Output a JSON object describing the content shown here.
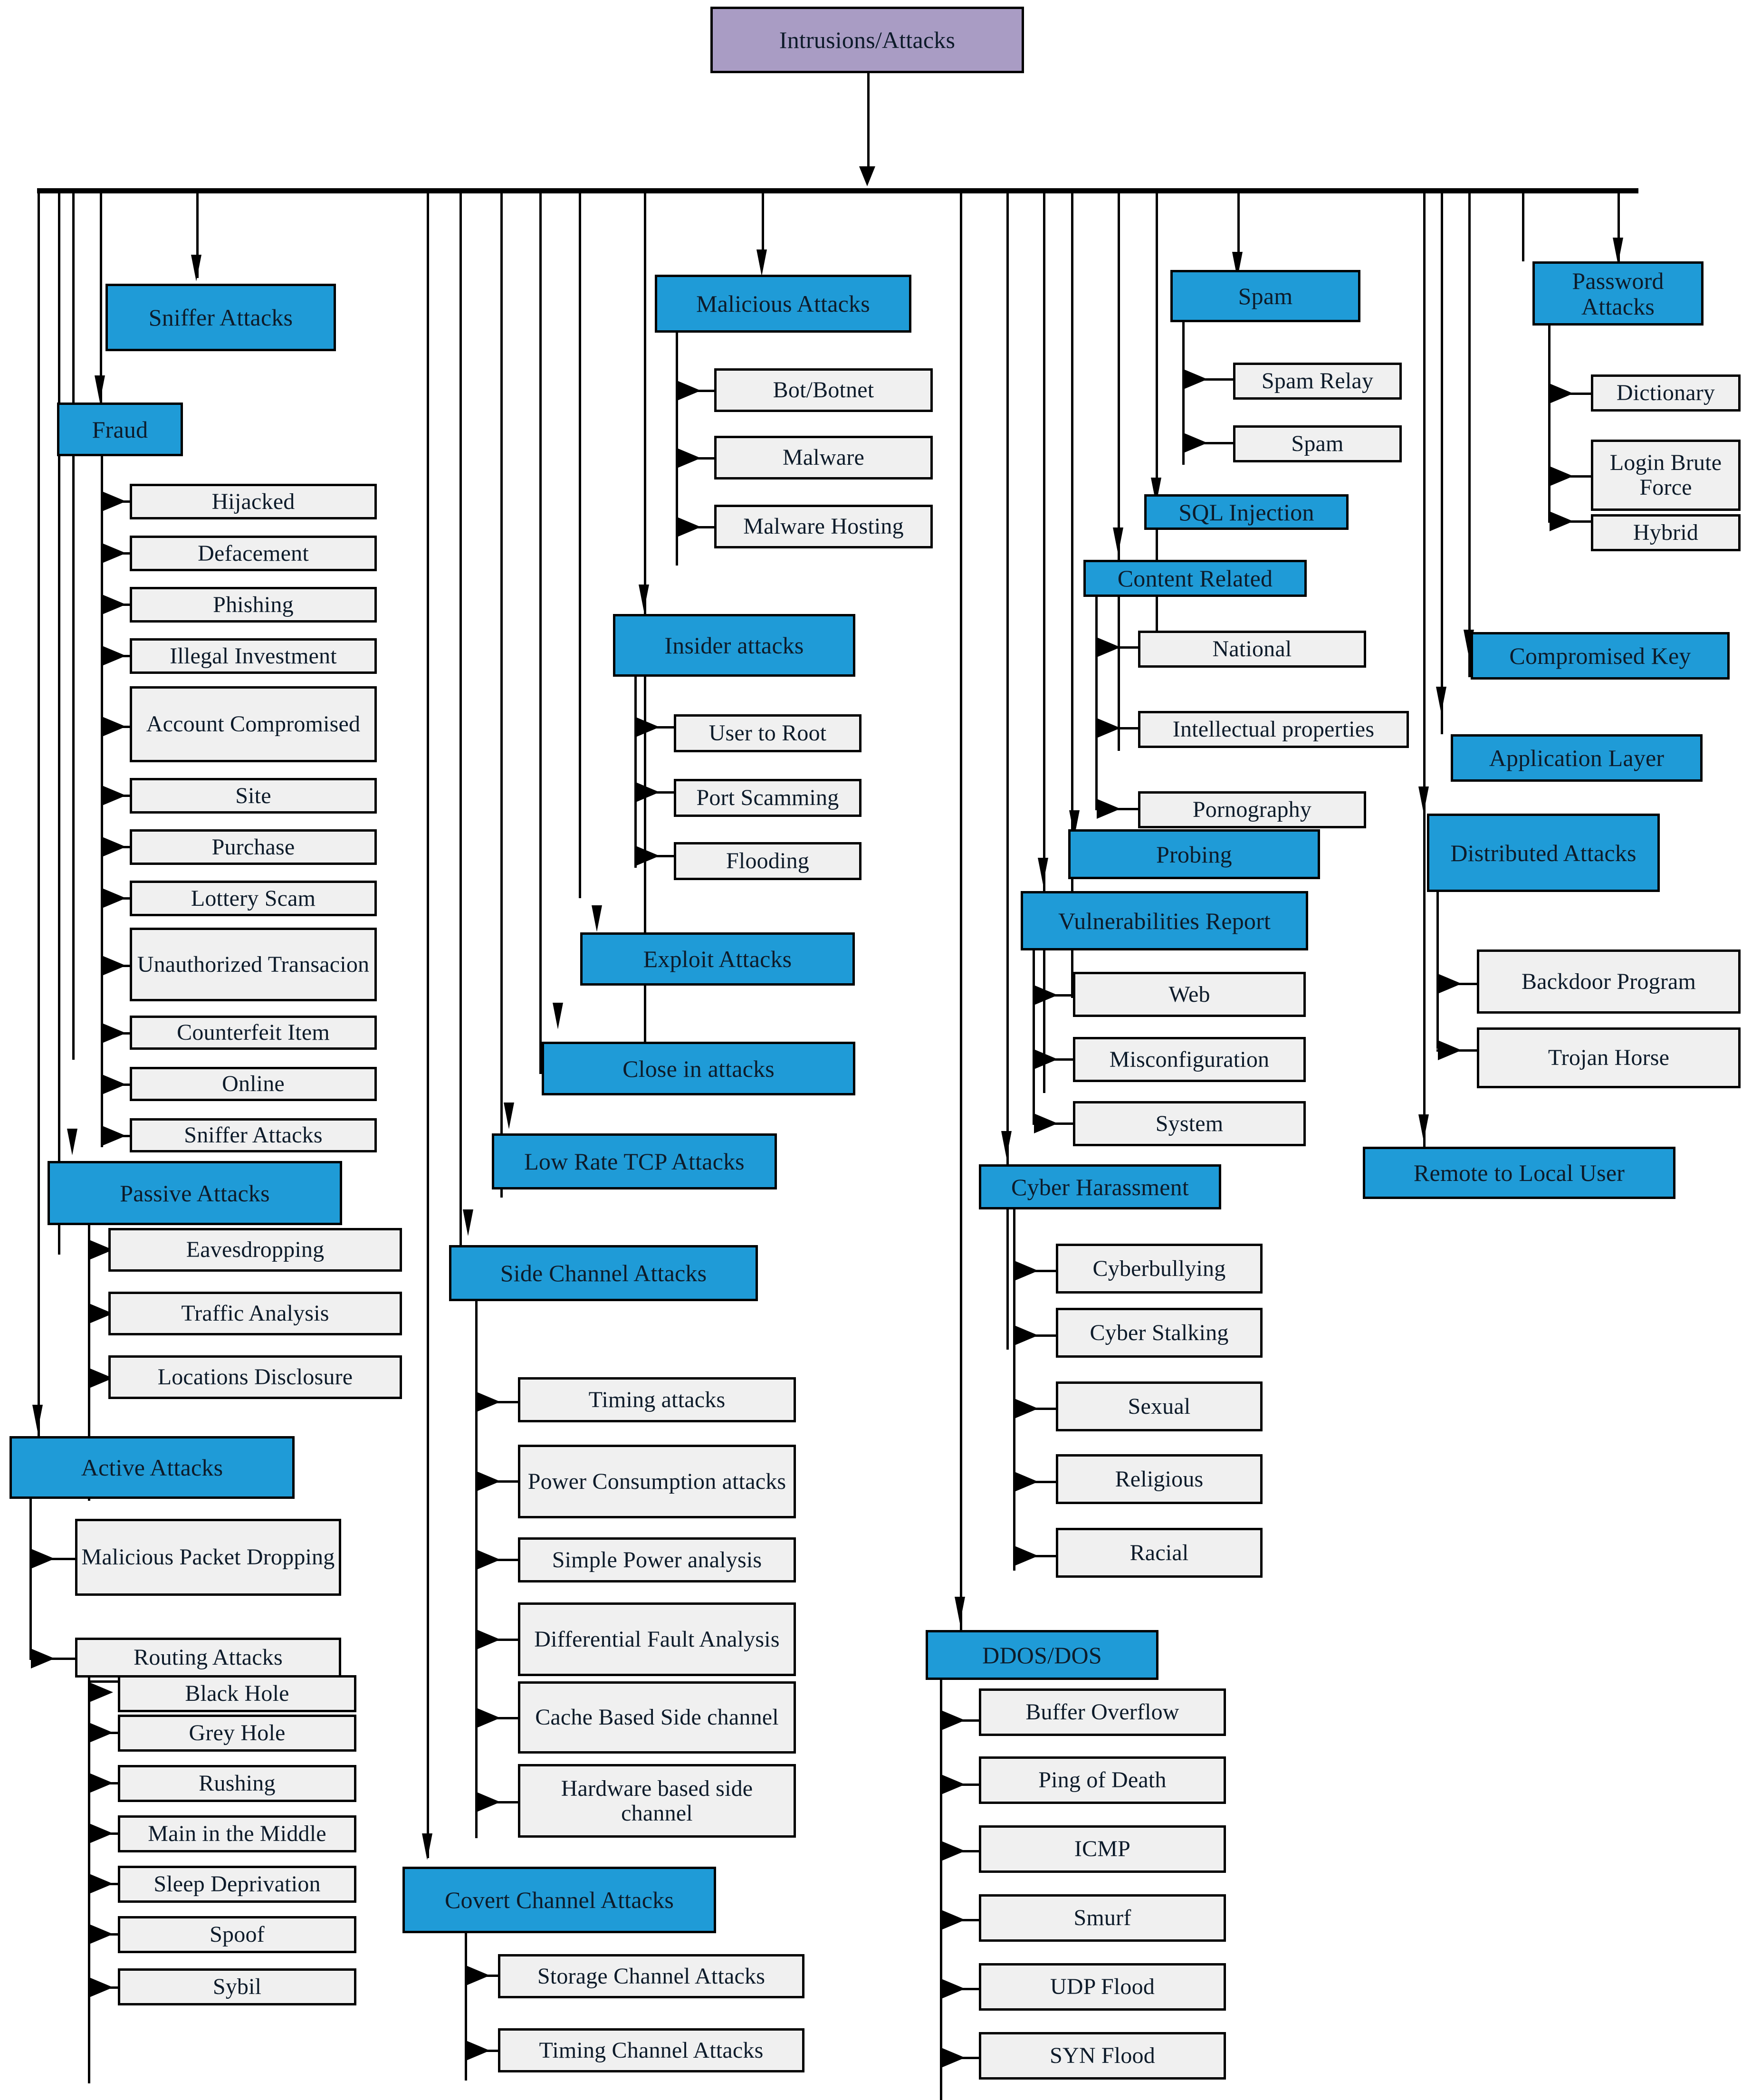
{
  "diagram": {
    "title": "Intrusions/Attacks",
    "colors": {
      "root_fill": "#a99cc4",
      "category_fill": "#1f9bd7",
      "leaf_fill": "#f0f0f0",
      "stroke": "#000000",
      "text": "#0d1b2a"
    },
    "root": {
      "label": "Intrusions/Attacks"
    },
    "branches": [
      {
        "label": "Sniffer Attacks",
        "children": []
      },
      {
        "label": "Fraud",
        "children": [
          "Hijacked",
          "Defacement",
          "Phishing",
          "Illegal Investment",
          "Account Compromised",
          "Site",
          "Purchase",
          "Lottery Scam",
          "Unauthorized Transacion",
          "Counterfeit Item",
          "Online",
          "Sniffer Attacks"
        ]
      },
      {
        "label": "Passive Attacks",
        "children": [
          "Eavesdropping",
          "Traffic Analysis",
          "Locations Disclosure"
        ]
      },
      {
        "label": "Active Attacks",
        "children": [
          "Malicious Packet Dropping",
          "Routing Attacks"
        ]
      },
      {
        "label": "Routing Attacks",
        "children": [
          "Black Hole",
          "Grey Hole",
          "Rushing",
          "Main in the Middle",
          "Sleep Deprivation",
          "Spoof",
          "Sybil"
        ]
      },
      {
        "label": "Malicious Attacks",
        "children": [
          "Bot/Botnet",
          "Malware",
          "Malware Hosting"
        ]
      },
      {
        "label": "Insider attacks",
        "children": [
          "User to Root",
          "Port Scamming",
          "Flooding"
        ]
      },
      {
        "label": "Exploit Attacks",
        "children": []
      },
      {
        "label": "Close in attacks",
        "children": []
      },
      {
        "label": "Low Rate TCP Attacks",
        "children": []
      },
      {
        "label": "Side Channel Attacks",
        "children": [
          "Timing attacks",
          "Power Consumption attacks",
          "Simple Power analysis",
          "Differential Fault Analysis",
          "Cache Based Side channel",
          "Hardware based side channel"
        ]
      },
      {
        "label": "Covert Channel Attacks",
        "children": [
          "Storage Channel Attacks",
          "Timing Channel Attacks"
        ]
      },
      {
        "label": "Spam",
        "children": [
          "Spam Relay",
          "Spam"
        ]
      },
      {
        "label": "SQL Injection",
        "children": []
      },
      {
        "label": "Content Related",
        "children": [
          "National",
          "Intellectual properties",
          "Pornography"
        ]
      },
      {
        "label": "Probing",
        "children": []
      },
      {
        "label": "Vulnerabilities Report",
        "children": [
          "Web",
          "Misconfiguration",
          "System"
        ]
      },
      {
        "label": "Cyber Harassment",
        "children": [
          "Cyberbullying",
          "Cyber Stalking",
          "Sexual",
          "Religious",
          "Racial"
        ]
      },
      {
        "label": "DDOS/DOS",
        "children": [
          "Buffer Overflow",
          "Ping of Death",
          "ICMP",
          "Smurf",
          "UDP Flood",
          "SYN Flood"
        ]
      },
      {
        "label": "Password Attacks",
        "children": [
          "Dictionary",
          "Login Brute Force",
          "Hybrid"
        ]
      },
      {
        "label": "Compromised Key",
        "children": []
      },
      {
        "label": "Application Layer",
        "children": []
      },
      {
        "label": "Distributed Attacks",
        "children": [
          "Backdoor Program",
          "Trojan Horse"
        ]
      },
      {
        "label": "Remote to Local User",
        "children": []
      }
    ],
    "nodes": {
      "root": "Intrusions/Attacks",
      "sniffer_attacks": "Sniffer Attacks",
      "fraud": "Fraud",
      "fraud_1": "Hijacked",
      "fraud_2": "Defacement",
      "fraud_3": "Phishing",
      "fraud_4": "Illegal Investment",
      "fraud_5": "Account Compromised",
      "fraud_6": "Site",
      "fraud_7": "Purchase",
      "fraud_8": "Lottery Scam",
      "fraud_9": "Unauthorized Transacion",
      "fraud_10": "Counterfeit Item",
      "fraud_11": "Online",
      "fraud_12": "Sniffer Attacks",
      "passive_attacks": "Passive Attacks",
      "passive_1": "Eavesdropping",
      "passive_2": "Traffic Analysis",
      "passive_3": "Locations Disclosure",
      "active_attacks": "Active Attacks",
      "active_1": "Malicious Packet Dropping",
      "active_2": "Routing Attacks",
      "routing_1": "Black Hole",
      "routing_2": "Grey Hole",
      "routing_3": "Rushing",
      "routing_4": "Main in the Middle",
      "routing_5": "Sleep Deprivation",
      "routing_6": "Spoof",
      "routing_7": "Sybil",
      "malicious_attacks": "Malicious Attacks",
      "malicious_1": "Bot/Botnet",
      "malicious_2": "Malware",
      "malicious_3": "Malware Hosting",
      "insider_attacks": "Insider attacks",
      "insider_1": "User to Root",
      "insider_2": "Port Scamming",
      "insider_3": "Flooding",
      "exploit_attacks": "Exploit Attacks",
      "close_in_attacks": "Close in attacks",
      "low_rate_tcp": "Low Rate TCP Attacks",
      "side_channel": "Side Channel Attacks",
      "side_1": "Timing attacks",
      "side_2": "Power Consumption attacks",
      "side_3": "Simple Power analysis",
      "side_4": "Differential Fault Analysis",
      "side_5": "Cache Based Side channel",
      "side_6": "Hardware based side channel",
      "covert_channel": "Covert Channel Attacks",
      "covert_1": "Storage Channel Attacks",
      "covert_2": "Timing Channel Attacks",
      "spam": "Spam",
      "spam_1": "Spam Relay",
      "spam_2": "Spam",
      "sql_injection": "SQL Injection",
      "content_related": "Content Related",
      "content_1": "National",
      "content_2": "Intellectual properties",
      "content_3": "Pornography",
      "probing": "Probing",
      "vuln_report": "Vulnerabilities Report",
      "vuln_1": "Web",
      "vuln_2": "Misconfiguration",
      "vuln_3": "System",
      "cyber_harassment": "Cyber Harassment",
      "harass_1": "Cyberbullying",
      "harass_2": "Cyber Stalking",
      "harass_3": "Sexual",
      "harass_4": "Religious",
      "harass_5": "Racial",
      "ddos": "DDOS/DOS",
      "ddos_1": "Buffer Overflow",
      "ddos_2": "Ping of Death",
      "ddos_3": "ICMP",
      "ddos_4": "Smurf",
      "ddos_5": "UDP Flood",
      "ddos_6": "SYN Flood",
      "password_attacks": "Password Attacks",
      "pwd_1": "Dictionary",
      "pwd_2": "Login Brute Force",
      "pwd_3": "Hybrid",
      "compromised_key": "Compromised Key",
      "application_layer": "Application Layer",
      "distributed_attacks": "Distributed Attacks",
      "dist_1": "Backdoor Program",
      "dist_2": "Trojan Horse",
      "remote_to_local": "Remote to Local User"
    }
  }
}
